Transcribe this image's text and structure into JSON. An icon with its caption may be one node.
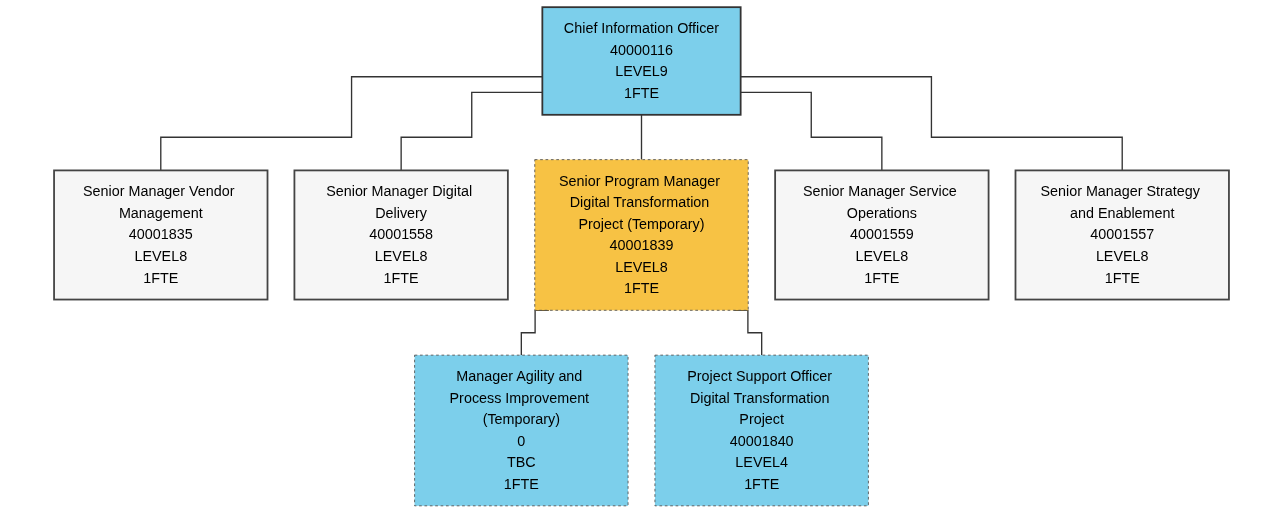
{
  "diagram": {
    "nodes": [
      {
        "text": [
          "Chief Information Officer",
          "40000116",
          "LEVEL9",
          "1FTE"
        ]
      },
      {
        "text": [
          "Senior Manager Vendor Management",
          "40001835",
          "LEVEL8",
          "1FTE"
        ]
      },
      {
        "text": [
          "Senior Manager Digital Delivery",
          "40001558",
          "LEVEL8",
          "1FTE"
        ]
      },
      {
        "text": [
          "Senior Program Manager Digital Transformation Project (Temporary)",
          "40001839",
          "LEVEL8",
          "1FTE"
        ]
      },
      {
        "text": [
          "Senior Manager Service Operations",
          "40001559",
          "LEVEL8",
          "1FTE"
        ]
      },
      {
        "text": [
          "Senior Manager Strategy and Enablement",
          "40001557",
          "LEVEL8",
          "1FTE"
        ]
      },
      {
        "text": [
          "Manager Agility and Process Improvement (Temporary)",
          "0",
          "TBC",
          "1FTE"
        ]
      },
      {
        "text": [
          "Project Support Officer Digital Transformation Project",
          "40001840",
          "LEVEL4",
          "1FTE"
        ]
      }
    ],
    "edges": [
      {
        "from": 0,
        "to": 1,
        "arrow": "none"
      },
      {
        "from": 0,
        "to": 2,
        "arrow": "none"
      },
      {
        "from": 0,
        "to": 3,
        "arrow": "none"
      },
      {
        "from": 0,
        "to": 4,
        "arrow": "none"
      },
      {
        "from": 0,
        "to": 5,
        "arrow": "none"
      },
      {
        "from": 3,
        "to": 6,
        "arrow": "none"
      },
      {
        "from": 3,
        "to": 7,
        "arrow": "none"
      }
    ]
  }
}
